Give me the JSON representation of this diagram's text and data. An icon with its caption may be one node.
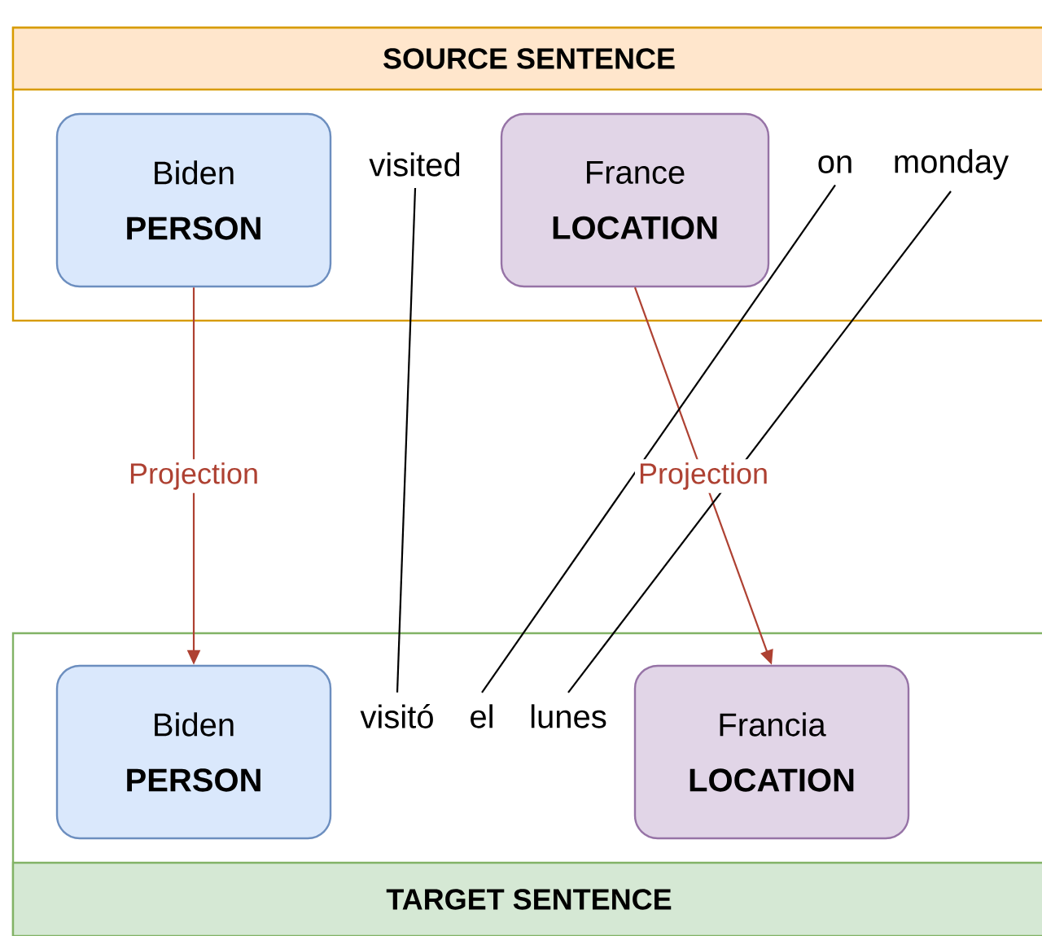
{
  "diagram": {
    "nodes": [
      {
        "text": [
          "SOURCE SENTENCE"
        ]
      },
      {
        "text": [
          "Biden",
          "PERSON"
        ],
        "in": 0
      },
      {
        "text": [
          "visited"
        ],
        "in": 0
      },
      {
        "text": [
          "France",
          "LOCATION"
        ],
        "in": 0
      },
      {
        "text": [
          "on"
        ],
        "in": 0
      },
      {
        "text": [
          "monday"
        ],
        "in": 0
      },
      {
        "text": [
          "TARGET SENTENCE"
        ]
      },
      {
        "text": [
          "Biden",
          "PERSON"
        ],
        "in": 6
      },
      {
        "text": [
          "visitó"
        ],
        "in": 6
      },
      {
        "text": [
          "el"
        ],
        "in": 6
      },
      {
        "text": [
          "lunes"
        ],
        "in": 6
      },
      {
        "text": [
          "Francia",
          "LOCATION"
        ],
        "in": 6
      }
    ],
    "edges": [
      {
        "from": 1,
        "to": 7,
        "arrow": "to",
        "label": "Projection",
        "color": "#ae4132"
      },
      {
        "from": 3,
        "to": 11,
        "arrow": "to",
        "label": "Projection",
        "color": "#ae4132"
      },
      {
        "from": 2,
        "to": 8,
        "arrow": "none"
      },
      {
        "from": 4,
        "to": 9,
        "arrow": "none"
      },
      {
        "from": 5,
        "to": 10,
        "arrow": "none"
      }
    ]
  }
}
